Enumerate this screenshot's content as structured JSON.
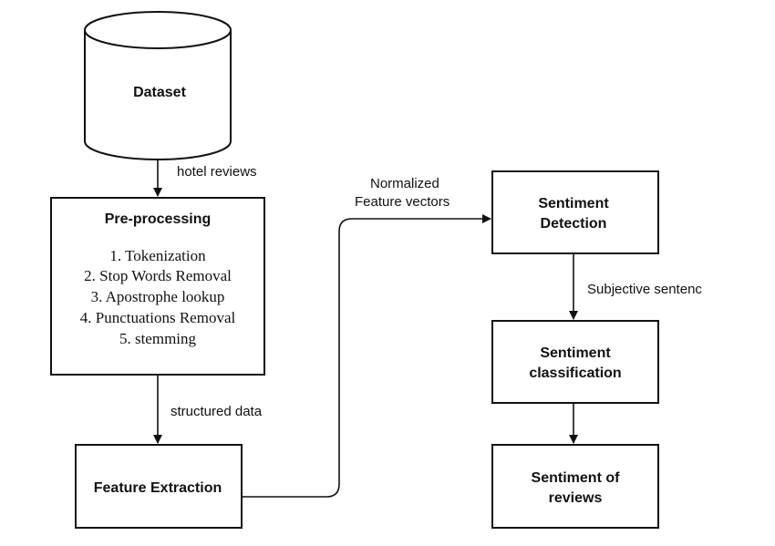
{
  "nodes": {
    "dataset": {
      "title": "Dataset"
    },
    "preprocessing": {
      "title": "Pre-processing",
      "steps": [
        "1. Tokenization",
        "2. Stop Words Removal",
        "3. Apostrophe lookup",
        "4. Punctuations Removal",
        "5. stemming"
      ]
    },
    "feature_extraction": {
      "title": "Feature Extraction"
    },
    "sentiment_detection": {
      "title_lines": [
        "Sentiment",
        "Detection"
      ]
    },
    "sentiment_classification": {
      "title_lines": [
        "Sentiment",
        "classification"
      ]
    },
    "sentiment_of_reviews": {
      "title_lines": [
        "Sentiment of",
        "reviews"
      ]
    }
  },
  "edges": {
    "dataset_to_preprocessing": "hotel reviews",
    "preprocessing_to_feature_extraction": "structured data",
    "feature_extraction_to_detection": [
      "Normalized",
      "Feature vectors"
    ],
    "detection_to_classification": "Subjective sentenc"
  },
  "colors": {
    "stroke": "#111111",
    "background": "#ffffff"
  }
}
